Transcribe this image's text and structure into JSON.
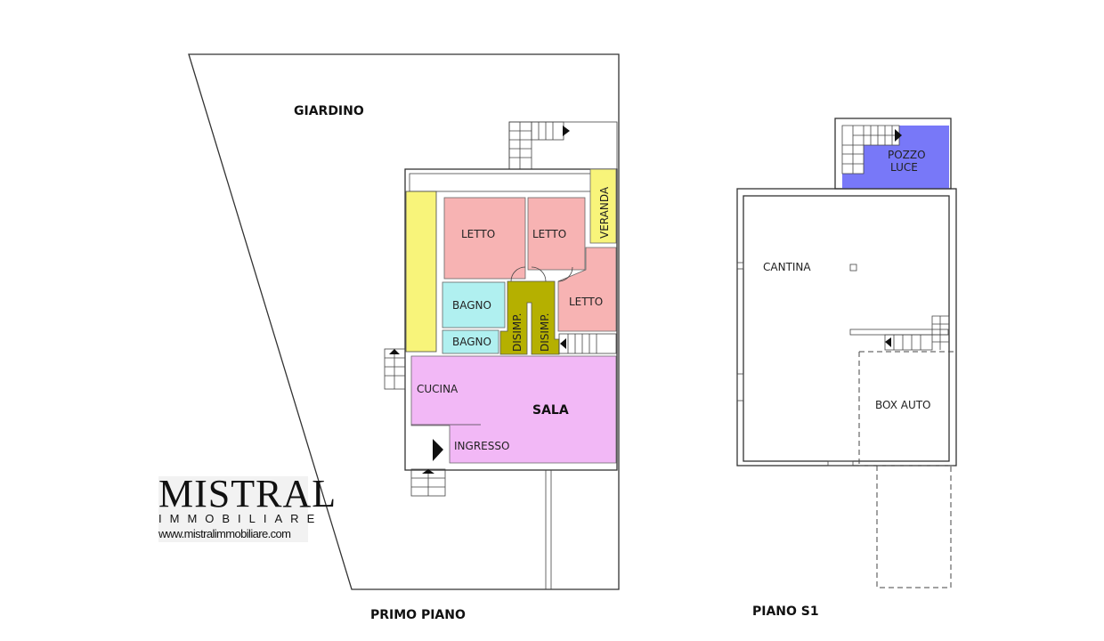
{
  "plans": {
    "primo": {
      "title": "PRIMO PIANO",
      "rooms": {
        "giardino": "GIARDINO",
        "letto1": "LETTO",
        "letto2": "LETTO",
        "letto3": "LETTO",
        "veranda": "VERANDA",
        "bagno1": "BAGNO",
        "bagno2": "BAGNO",
        "disimp1": "DISIMP.",
        "disimp2": "DISIMP.",
        "cucina": "CUCINA",
        "sala": "SALA",
        "ingresso": "INGRESSO"
      }
    },
    "s1": {
      "title": "PIANO S1",
      "rooms": {
        "pozzo1": "POZZO",
        "pozzo2": "LUCE",
        "cantina": "CANTINA",
        "box": "BOX AUTO"
      }
    }
  },
  "logo": {
    "name": "MISTRAL",
    "sub": "IMMOBILIARE",
    "url": "www.mistralimmobiliare.com"
  },
  "colors": {
    "letto": "#f7b3b3",
    "bagno": "#b0f0f0",
    "disimp": "#b5b000",
    "veranda": "#f8f47a",
    "sala": "#f2b8f6",
    "pozzo": "#7878f8"
  }
}
